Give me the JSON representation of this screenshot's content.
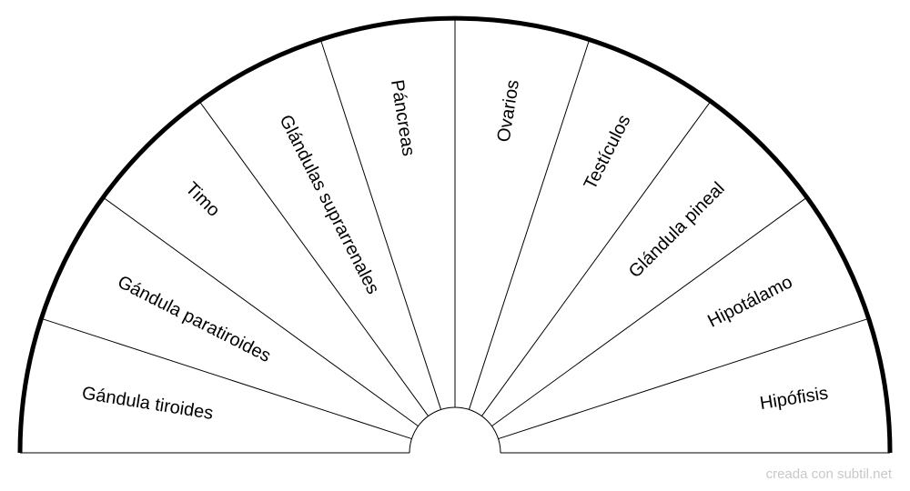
{
  "chart_data": {
    "type": "pie",
    "shape": "semicircle",
    "categories": [
      "Gándula tiroides",
      "Gándula paratiroides",
      "Timo",
      "Glándulas suprarrenales",
      "Páncreas",
      "Ovarios",
      "Testículos",
      "Glándula pineal",
      "Hipotálamo",
      "Hipófisis"
    ],
    "values": [
      1,
      1,
      1,
      1,
      1,
      1,
      1,
      1,
      1,
      1
    ]
  },
  "footer": {
    "credit": "creada con subtil.net"
  },
  "colors": {
    "line": "#000000",
    "background": "#ffffff",
    "credit": "#c8c8c8"
  }
}
